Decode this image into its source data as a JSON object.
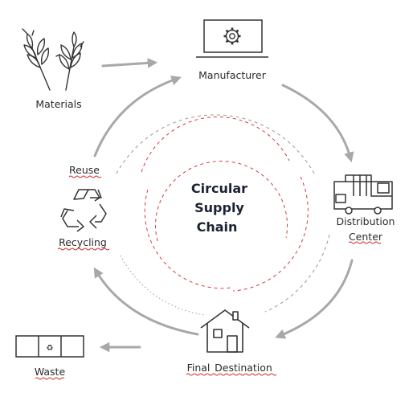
{
  "title_lines": [
    "Circular",
    "Supply",
    "Chain"
  ],
  "nodes": {
    "materials": "Materials",
    "manufacturer": "Manufacturer",
    "distribution_line1": "Distribution",
    "distribution_line2": "Center",
    "final_destination_a": "Final",
    "final_destination_b": "Destination",
    "reuse": "Reuse",
    "recycling": "Recycling",
    "waste": "Waste"
  },
  "colors": {
    "arrow": "#a8a8a8",
    "icon": "#333333",
    "inner_ring": "#d9363e",
    "outer_ring": "#9a9a9a",
    "spellcheck": "#d12a2a"
  },
  "icons": {
    "materials": "wheat-icon",
    "manufacturer": "gear-monitor-icon",
    "distribution": "truck-icon",
    "final_destination": "house-icon",
    "recycling": "recycle-icon",
    "waste": "waste-bin-icon"
  }
}
